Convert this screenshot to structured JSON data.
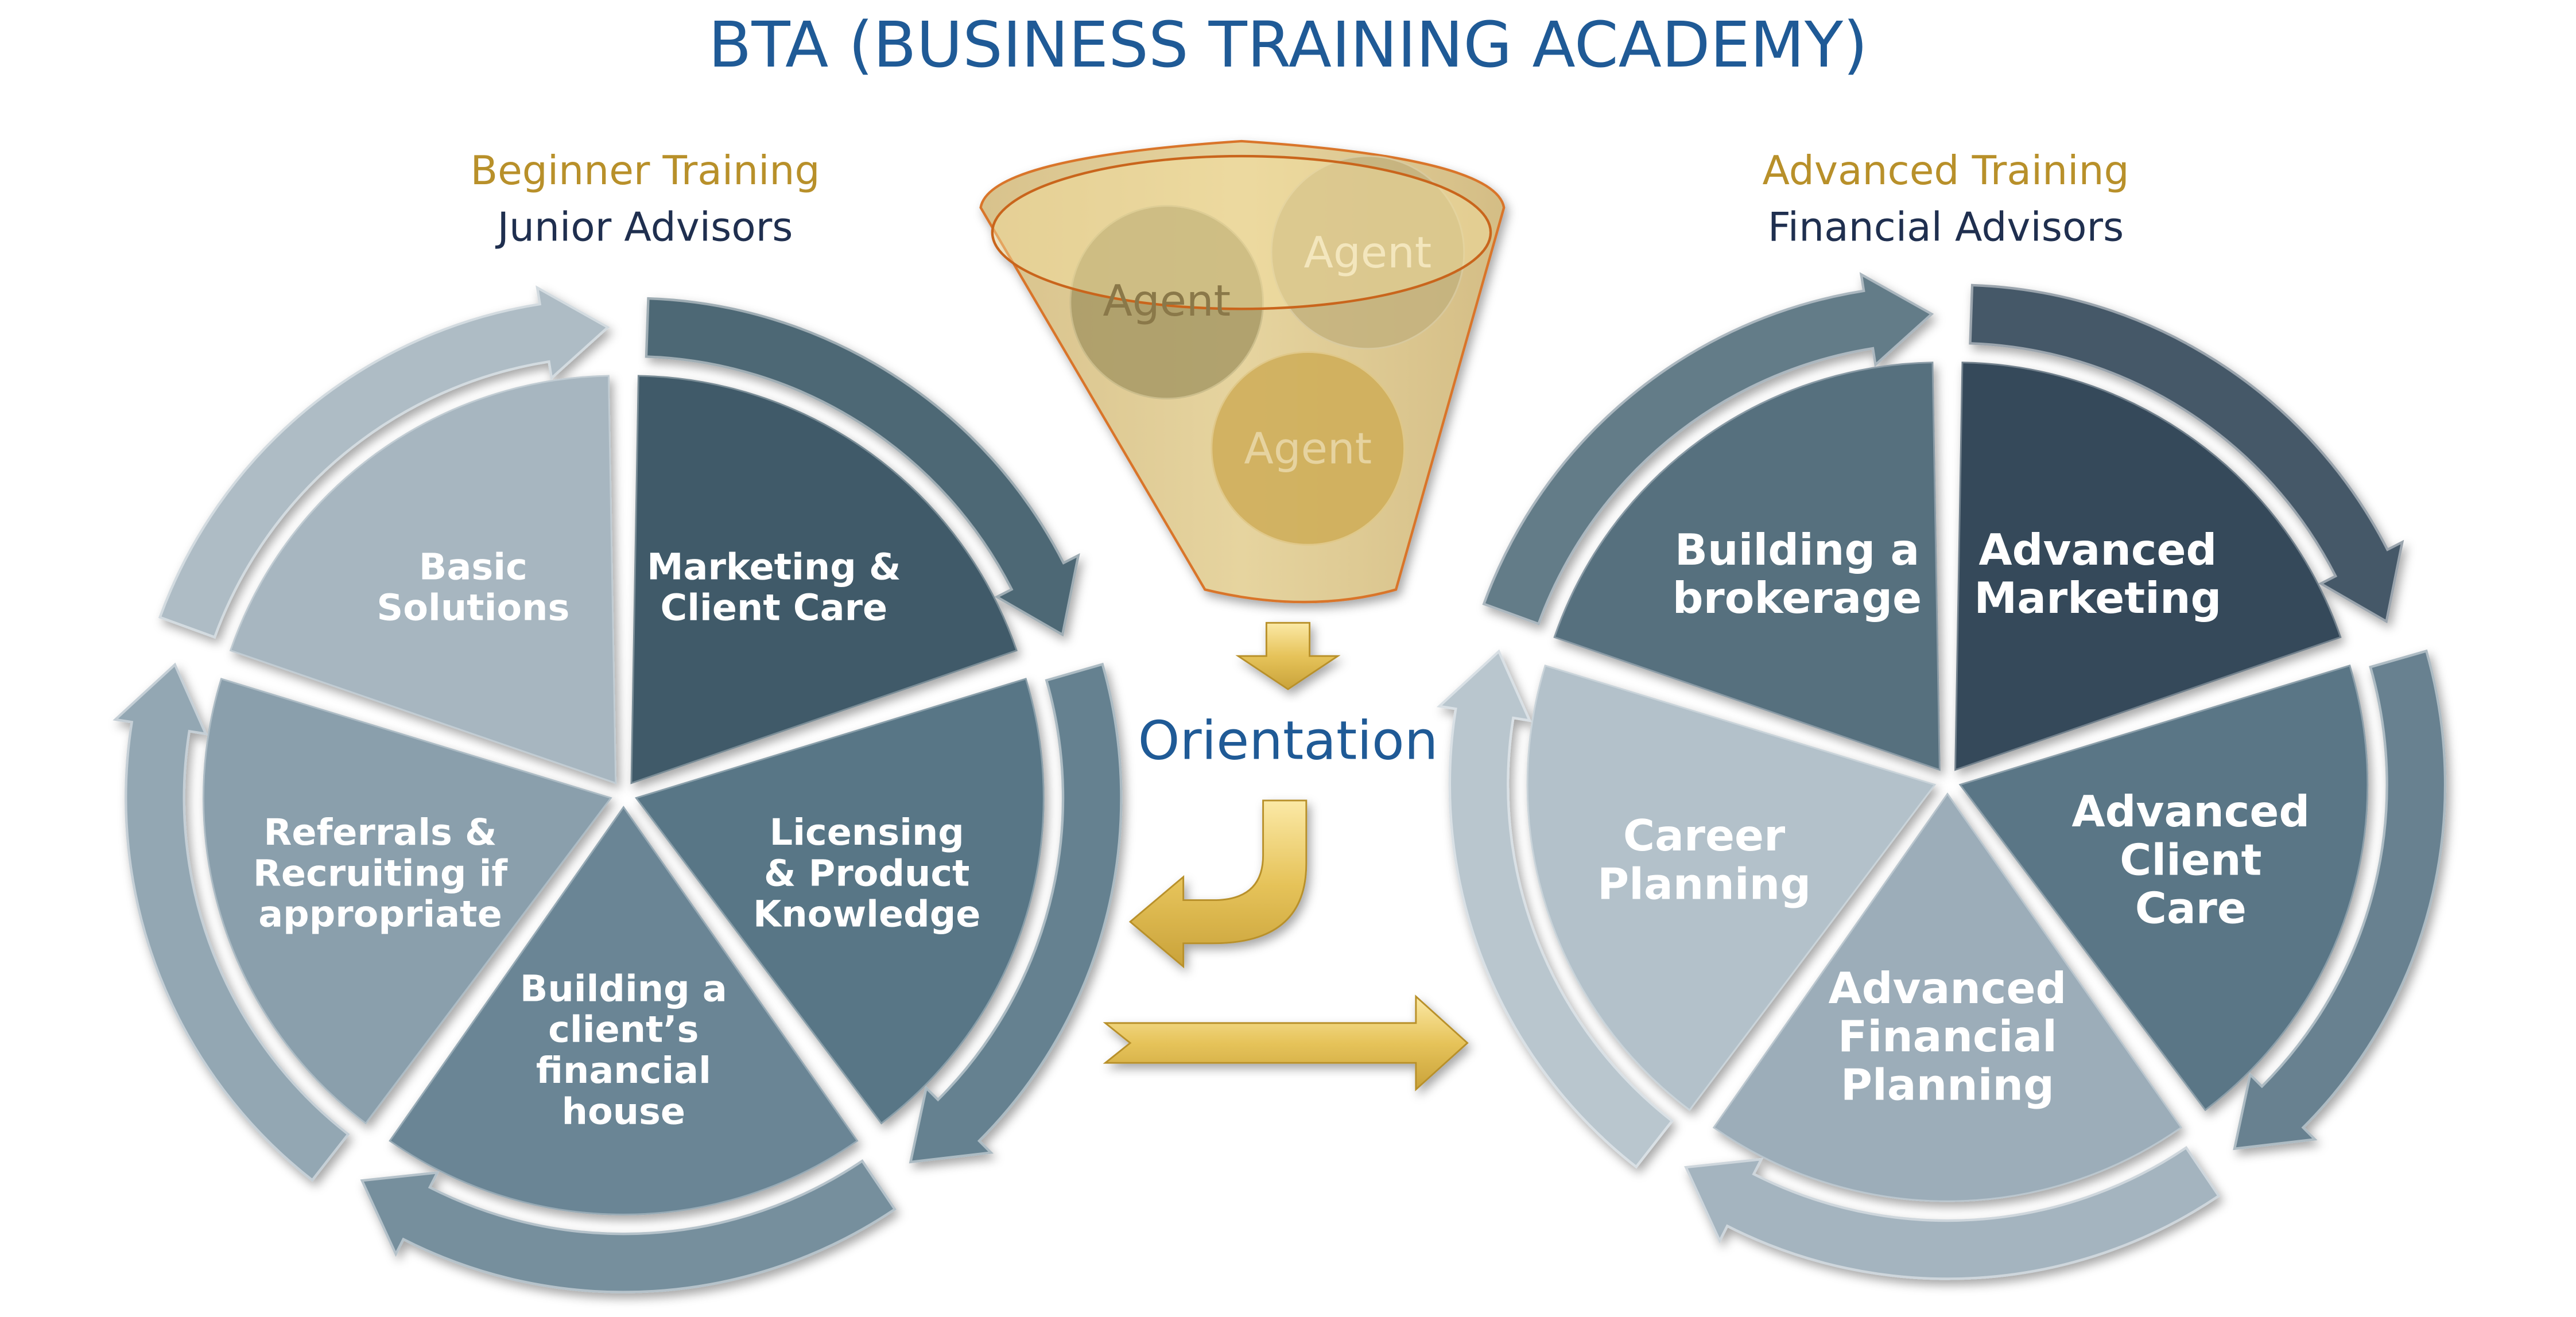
{
  "title": "BTA (BUSINESS TRAINING ACADEMY)",
  "left": {
    "heading": "Beginner Training",
    "subheading": "Junior Advisors",
    "segments": [
      {
        "lines": [
          "Marketing &",
          "Client Care"
        ],
        "color": "#3f5a69"
      },
      {
        "lines": [
          "Licensing",
          "& Product",
          "Knowledge"
        ],
        "color": "#587686"
      },
      {
        "lines": [
          "Building a",
          "client’s",
          "financial",
          "house"
        ],
        "color": "#6a8595"
      },
      {
        "lines": [
          "Referrals &",
          "Recruiting if",
          "appropriate"
        ],
        "color": "#8a9fac"
      },
      {
        "lines": [
          "Basic",
          "Solutions"
        ],
        "color": "#a7b6c0"
      }
    ]
  },
  "right": {
    "heading": "Advanced Training",
    "subheading": "Financial Advisors",
    "segments": [
      {
        "lines": [
          "Advanced",
          "Marketing"
        ],
        "color": "#34495a"
      },
      {
        "lines": [
          "Advanced",
          "Client",
          "Care"
        ],
        "color": "#5a7686"
      },
      {
        "lines": [
          "Advanced",
          "Financial",
          "Planning"
        ],
        "color": "#9cadb9"
      },
      {
        "lines": [
          "Career",
          "Planning"
        ],
        "color": "#b3c1ca"
      },
      {
        "lines": [
          "Building a",
          "brokerage"
        ],
        "color": "#566f7e"
      }
    ]
  },
  "funnel": {
    "agents": [
      "Agent",
      "Agent",
      "Agent"
    ],
    "stage_label": "Orientation"
  },
  "colors": {
    "title": "#1f5a96",
    "heading": "#b8902a",
    "subheading": "#1f2f4f",
    "arrow_gold": "#e8c75a",
    "funnel": "#d9c48e"
  }
}
